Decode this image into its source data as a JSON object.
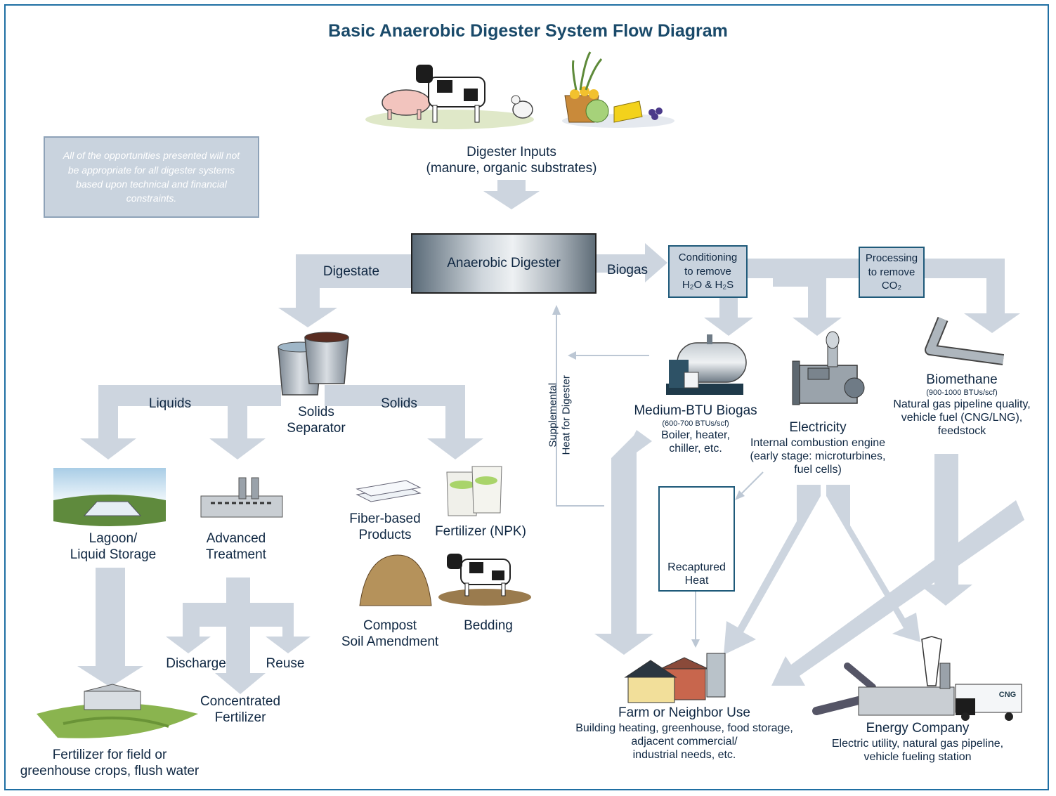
{
  "title": "Basic Anaerobic Digester System Flow Diagram",
  "note": "All of the opportunities presented will not be appropriate for all digester systems based upon technical and financial constraints.",
  "inputs": {
    "line1": "Digester Inputs",
    "line2": "(manure, organic substrates)"
  },
  "digester": "Anaerobic Digester",
  "flows": {
    "digestate": "Digestate",
    "biogas": "Biogas",
    "liquids": "Liquids",
    "solids": "Solids",
    "discharge": "Discharge",
    "reuse": "Reuse"
  },
  "conditioning": {
    "line1": "Conditioning",
    "line2": "to remove",
    "line3": "H₂O & H₂S"
  },
  "processing": {
    "line1": "Processing",
    "line2": "to remove",
    "line3": "CO₂"
  },
  "separator": {
    "line1": "Solids",
    "line2": "Separator"
  },
  "lagoon": {
    "line1": "Lagoon/",
    "line2": "Liquid Storage"
  },
  "advanced": {
    "line1": "Advanced",
    "line2": "Treatment"
  },
  "fiber": {
    "line1": "Fiber-based",
    "line2": "Products"
  },
  "fertilizer_npk": "Fertilizer (NPK)",
  "compost": {
    "line1": "Compost",
    "line2": "Soil Amendment"
  },
  "bedding": "Bedding",
  "concentrated": {
    "line1": "Concentrated",
    "line2": "Fertilizer"
  },
  "field": {
    "line1": "Fertilizer for field or",
    "line2": "greenhouse crops, flush water"
  },
  "supplemental": {
    "line1": "Supplemental",
    "line2": "Heat for Digester"
  },
  "medium_btu": {
    "title": "Medium-BTU Biogas",
    "range": "(600-700 BTUs/scf)",
    "line1": "Boiler, heater,",
    "line2": "chiller, etc."
  },
  "electricity": {
    "title": "Electricity",
    "line1": "Internal combustion engine",
    "line2": "(early stage: microturbines,",
    "line3": "fuel cells)"
  },
  "biomethane": {
    "title": "Biomethane",
    "range": "(900-1000 BTUs/scf)",
    "line1": "Natural gas pipeline quality,",
    "line2": "vehicle fuel (CNG/LNG),",
    "line3": "feedstock"
  },
  "recaptured": {
    "line1": "Recaptured",
    "line2": "Heat"
  },
  "farm": {
    "title": "Farm or Neighbor Use",
    "line1": "Building heating, greenhouse, food storage,",
    "line2": "adjacent commercial/",
    "line3": "industrial needs, etc."
  },
  "energy": {
    "title": "Energy Company",
    "line1": "Electric utility, natural gas pipeline,",
    "line2": "vehicle fueling station"
  },
  "truck_label": "CNG",
  "colors": {
    "arrow": "#cdd5df",
    "border": "#1f6fa3",
    "text": "#0f2742",
    "title": "#1a4a6a"
  }
}
